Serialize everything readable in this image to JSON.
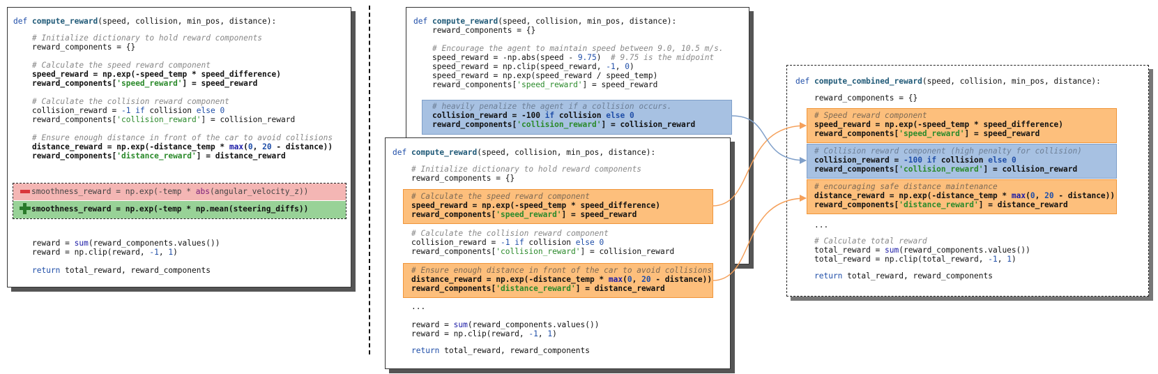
{
  "panel_original": {
    "def_kw": "def",
    "func_name": "compute_reward",
    "params": "(speed, collision, min_pos, distance):",
    "c_init": "# Initialize dictionary to hold reward components",
    "init": "reward_components = {}",
    "c_speed": "# Calculate the speed reward component",
    "speed1": "speed_reward = np.exp(-speed_temp * speed_difference)",
    "speed2_a": "reward_components[",
    "speed2_key": "'speed_reward'",
    "speed2_b": "] = speed_reward",
    "c_coll": "# Calculate the collision reward component",
    "coll1_a": "collision_reward = ",
    "coll1_n": "-1",
    "coll1_if": " if",
    "coll1_b": " collision ",
    "coll1_else": "else",
    "coll1_z": " 0",
    "coll2_a": "reward_components[",
    "coll2_key": "'collision_reward'",
    "coll2_b": "] = collision_reward",
    "c_dist": "# Ensure enough distance in front of the car to avoid collisions",
    "dist1_a": "distance_reward = np.exp(-distance_temp * ",
    "dist1_max": "max",
    "dist1_b": "(",
    "dist1_n0": "0",
    "dist1_c": ", ",
    "dist1_n20": "20",
    "dist1_d": " - distance))",
    "dist2_a": "reward_components[",
    "dist2_key": "'distance_reward'",
    "dist2_b": "] = distance_reward",
    "removed_a": "smoothness_reward = np.exp(-temp * ",
    "removed_abs": "abs",
    "removed_b": "(angular_velocity_z))",
    "added": "smoothness_reward = np.exp(-temp * np.mean(steering_diffs))",
    "minus_sign": "−",
    "plus_sign": "+",
    "sum1_a": "reward = ",
    "sum1_sum": "sum",
    "sum1_b": "(reward_components.values())",
    "clip_a": "reward = np.clip(reward, ",
    "clip_n1": "-1",
    "clip_c": ", ",
    "clip_n2": "1",
    "clip_d": ")",
    "ret_kw": "return",
    "ret_b": " total_reward, reward_components"
  },
  "panel_back": {
    "def_kw": "def",
    "func_name": "compute_reward",
    "params": "(speed, collision, min_pos, distance):",
    "init": "reward_components = {}",
    "c_maintain": "# Encourage the agent to maintain speed between 9.0, 10.5 m/s.",
    "s1_a": "speed_reward = -np.abs(speed - ",
    "s1_n": "9.75",
    "s1_b": ")  ",
    "s1_c": "# 9.75 is the midpoint",
    "s2_a": "speed_reward = np.clip(speed_reward, ",
    "s2_n1": "-1",
    "s2_c": ", ",
    "s2_n2": "0",
    "s2_d": ")",
    "s3": "speed_reward = np.exp(speed_reward / speed_temp)",
    "s4_a": "reward_components[",
    "s4_key": "'speed_reward'",
    "s4_b": "] = speed_reward",
    "c_penalize": "# heavily penalize the agent if a collision occurs.",
    "p1_a": "collision_reward = ",
    "p1_n": "-100",
    "p1_if": " if",
    "p1_b": " collision ",
    "p1_else": "else",
    "p1_z": " 0",
    "p2_a": "reward_components[",
    "p2_key": "'collision_reward'",
    "p2_b": "] = collision_reward"
  },
  "panel_front": {
    "def_kw": "def",
    "func_name": "compute_reward",
    "params": "(speed, collision, min_pos, distance):",
    "c_init": "# Initialize dictionary to hold reward components",
    "init": "reward_components = {}",
    "c_speed": "# Calculate the speed reward component",
    "speed1": "speed_reward = np.exp(-speed_temp * speed_difference)",
    "speed2_a": "reward_components[",
    "speed2_key": "'speed_reward'",
    "speed2_b": "] = speed_reward",
    "c_coll": "# Calculate the collision reward component",
    "coll1_a": "collision_reward = ",
    "coll1_n": "-1",
    "coll1_if": " if",
    "coll1_b": " collision ",
    "coll1_else": "else",
    "coll1_z": " 0",
    "coll2_a": "reward_components[",
    "coll2_key": "'collision_reward'",
    "coll2_b": "] = collision_reward",
    "c_dist": "# Ensure enough distance in front of the car to avoid collisions",
    "dist1_a": "distance_reward = np.exp(-distance_temp * ",
    "dist1_max": "max",
    "dist1_b": "(",
    "dist1_n0": "0",
    "dist1_c": ", ",
    "dist1_n20": "20",
    "dist1_d": " - distance))",
    "dist2_a": "reward_components[",
    "dist2_key": "'distance_reward'",
    "dist2_b": "] = distance_reward",
    "ellipsis": "...",
    "sum1_a": "reward = ",
    "sum1_sum": "sum",
    "sum1_b": "(reward_components.values())",
    "clip_a": "reward = np.clip(reward, ",
    "clip_n1": "-1",
    "clip_c": ", ",
    "clip_n2": "1",
    "clip_d": ")",
    "ret_kw": "return",
    "ret_b": " total_reward, reward_components"
  },
  "panel_combined": {
    "def_kw": "def",
    "func_name": "compute_combined_reward",
    "params": "(speed, collision, min_pos, distance):",
    "init": "reward_components = {}",
    "c_speed": "# Speed reward component",
    "speed1": "speed_reward = np.exp(-speed_temp * speed_difference)",
    "speed2_a": "reward_components[",
    "speed2_key": "'speed_reward'",
    "speed2_b": "] = speed_reward",
    "c_coll": "# Collision reward component (high penalty for collision)",
    "coll1_a": "collision_reward = ",
    "coll1_n": "-100",
    "coll1_if": " if",
    "coll1_b": " collision ",
    "coll1_else": "else",
    "coll1_z": " 0",
    "coll2_a": "reward_components[",
    "coll2_key": "'collision_reward'",
    "coll2_b": "] = collision_reward",
    "c_dist": "# encouraging safe distance maintenance",
    "dist1_a": "distance_reward = np.exp(-distance_temp * ",
    "dist1_max": "max",
    "dist1_b": "(",
    "dist1_n0": "0",
    "dist1_c": ", ",
    "dist1_n20": "20",
    "dist1_d": " - distance))",
    "dist2_a": "reward_components[",
    "dist2_key": "'distance_reward'",
    "dist2_b": "] = distance_reward",
    "ellipsis": "...",
    "c_total": "# Calculate total reward",
    "t1_a": "total_reward = ",
    "t1_sum": "sum",
    "t1_b": "(reward_components.values())",
    "t2_a": "total_reward = np.clip(total_reward, ",
    "t2_n1": "-1",
    "t2_c": ", ",
    "t2_n2": "1",
    "t2_d": ")",
    "ret_kw": "return",
    "ret_b": " total_reward, reward_components"
  },
  "colors": {
    "orange_fill": "#fdbf7c",
    "blue_fill": "#a7c1e2",
    "removed_fill": "#f4b6b4",
    "added_fill": "#98d297",
    "orange_arrow": "#f5a05a",
    "blue_arrow": "#7f9fc9"
  }
}
